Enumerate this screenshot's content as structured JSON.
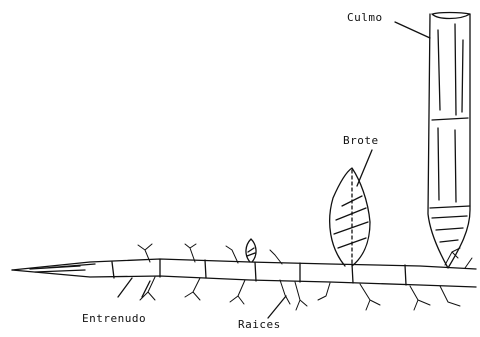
{
  "labels": {
    "culmo": "Culmo",
    "brote": "Brote",
    "entrenudo": "Entrenudo",
    "raices": "Raices"
  },
  "colors": {
    "ink": "#111111",
    "paper": "#ffffff"
  }
}
